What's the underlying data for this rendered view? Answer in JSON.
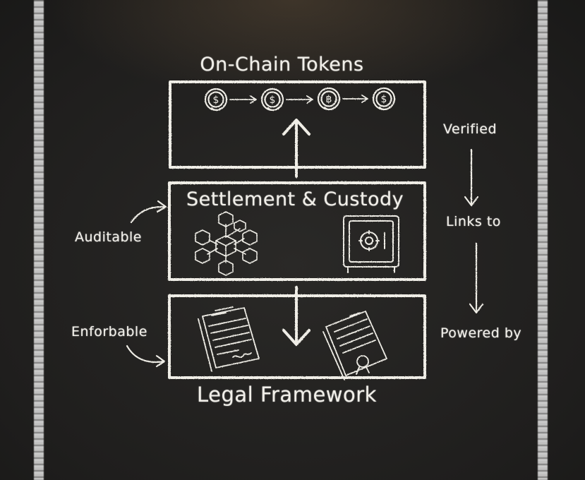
{
  "diagram": {
    "top_layer": {
      "title": "On-Chain Tokens"
    },
    "middle_layer": {
      "title": "Settlement & Custody"
    },
    "bottom_layer": {
      "title": "Legal Framework"
    },
    "left_labels": {
      "upper": "Auditable",
      "lower": "Enforbable"
    },
    "right_labels": {
      "top": "Verified",
      "middle": "Links to",
      "bottom": "Powered by"
    },
    "token_symbols": [
      "$",
      "$",
      "฿",
      "$"
    ]
  },
  "colors": {
    "chalk": "#f1efe9",
    "board": "#1f1e1d"
  }
}
